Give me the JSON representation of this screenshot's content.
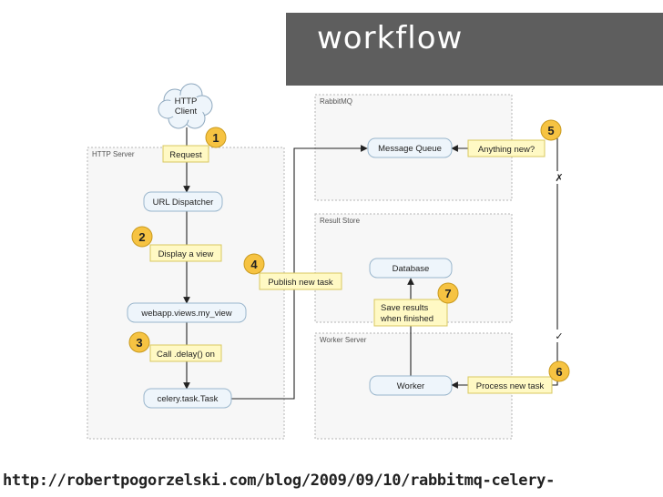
{
  "slide": {
    "title": "workflow",
    "url": "http://robertpogorzelski.com/blog/2009/09/10/rabbitmq-celery-"
  },
  "diagram": {
    "containers": {
      "http_server": "HTTP Server",
      "rabbitmq": "RabbitMQ",
      "result_store": "Result Store",
      "worker_server": "Worker Server"
    },
    "client": [
      "HTTP",
      "Client"
    ],
    "nodes": {
      "url_dispatcher": "URL Dispatcher",
      "view": "webapp.views.my_view",
      "task": "celery.task.Task",
      "message_queue": "Message Queue",
      "database": "Database",
      "worker": "Worker"
    },
    "notes": {
      "request": "Request",
      "display_view": "Display a view",
      "call_delay": "Call .delay() on",
      "publish_task": "Publish new task",
      "anything_new": "Anything new?",
      "save_results": [
        "Save results",
        "when finished"
      ],
      "process_task": "Process new task"
    },
    "steps": [
      "1",
      "2",
      "3",
      "4",
      "5",
      "6",
      "7"
    ],
    "marks": {
      "no": "✗",
      "yes": "✓"
    },
    "colors": {
      "note_fill": "#fff9c4",
      "note_stroke": "#d8c860",
      "badge_fill": "#f6c342",
      "node_fill": "#eef5fb",
      "node_stroke": "#9ab6cc",
      "container_fill": "#f7f7f7"
    }
  }
}
